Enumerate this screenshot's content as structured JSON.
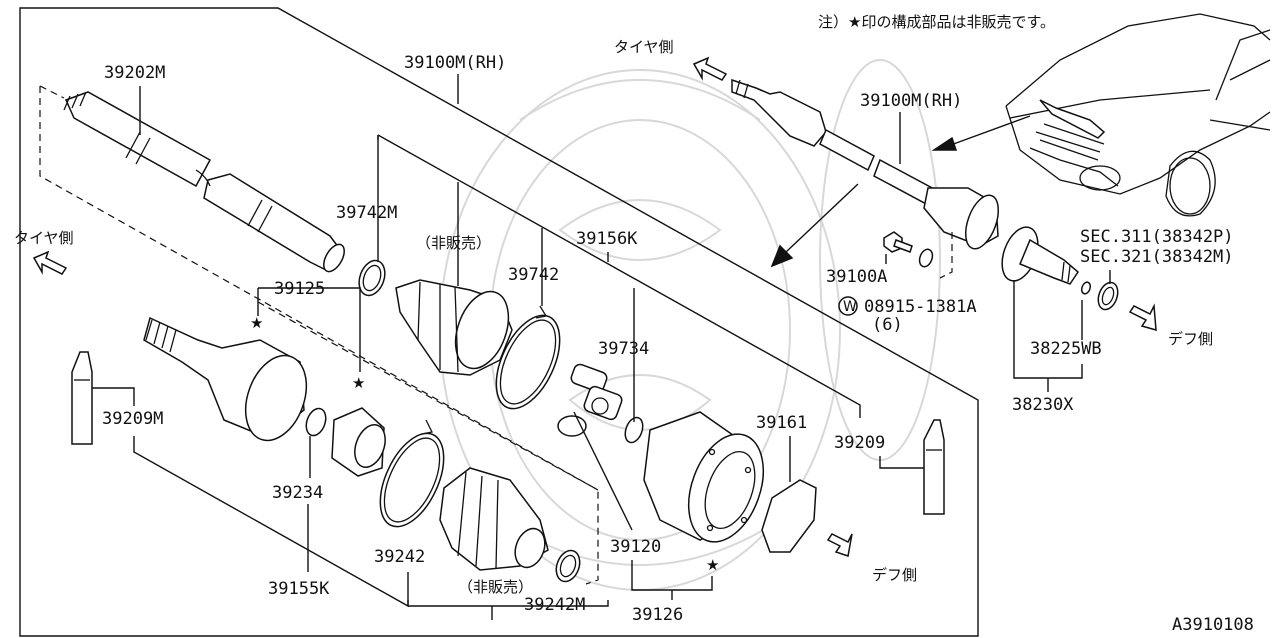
{
  "note": "注）★印の構成部品は非販売です。",
  "directions": {
    "tire_side": "タイヤ側",
    "diff_side": "デフ側"
  },
  "non_sale": "（非販売）",
  "part_labels": {
    "p39202M": "39202M",
    "p39100M_rh_left": "39100M(RH)",
    "p39100M_rh_right": "39100M(RH)",
    "p39742M": "39742M",
    "p39156K": "39156K",
    "p39742": "39742",
    "p39125": "39125",
    "p39734": "39734",
    "p39209M": "39209M",
    "p39161": "39161",
    "p39209": "39209",
    "p39234": "39234",
    "p39120": "39120",
    "p39242": "39242",
    "p39155K": "39155K",
    "p39242M": "39242M",
    "p39126": "39126",
    "p39100A": "39100A",
    "p08915": "08915-1381A",
    "p08915_qty": "(6)",
    "w_mark": "W",
    "p38225WB": "38225WB",
    "p38230X": "38230X",
    "sec311": "SEC.311(38342P)",
    "sec321": "SEC.321(38342M)"
  },
  "diagram_code": "A3910108",
  "star_symbol": "★"
}
